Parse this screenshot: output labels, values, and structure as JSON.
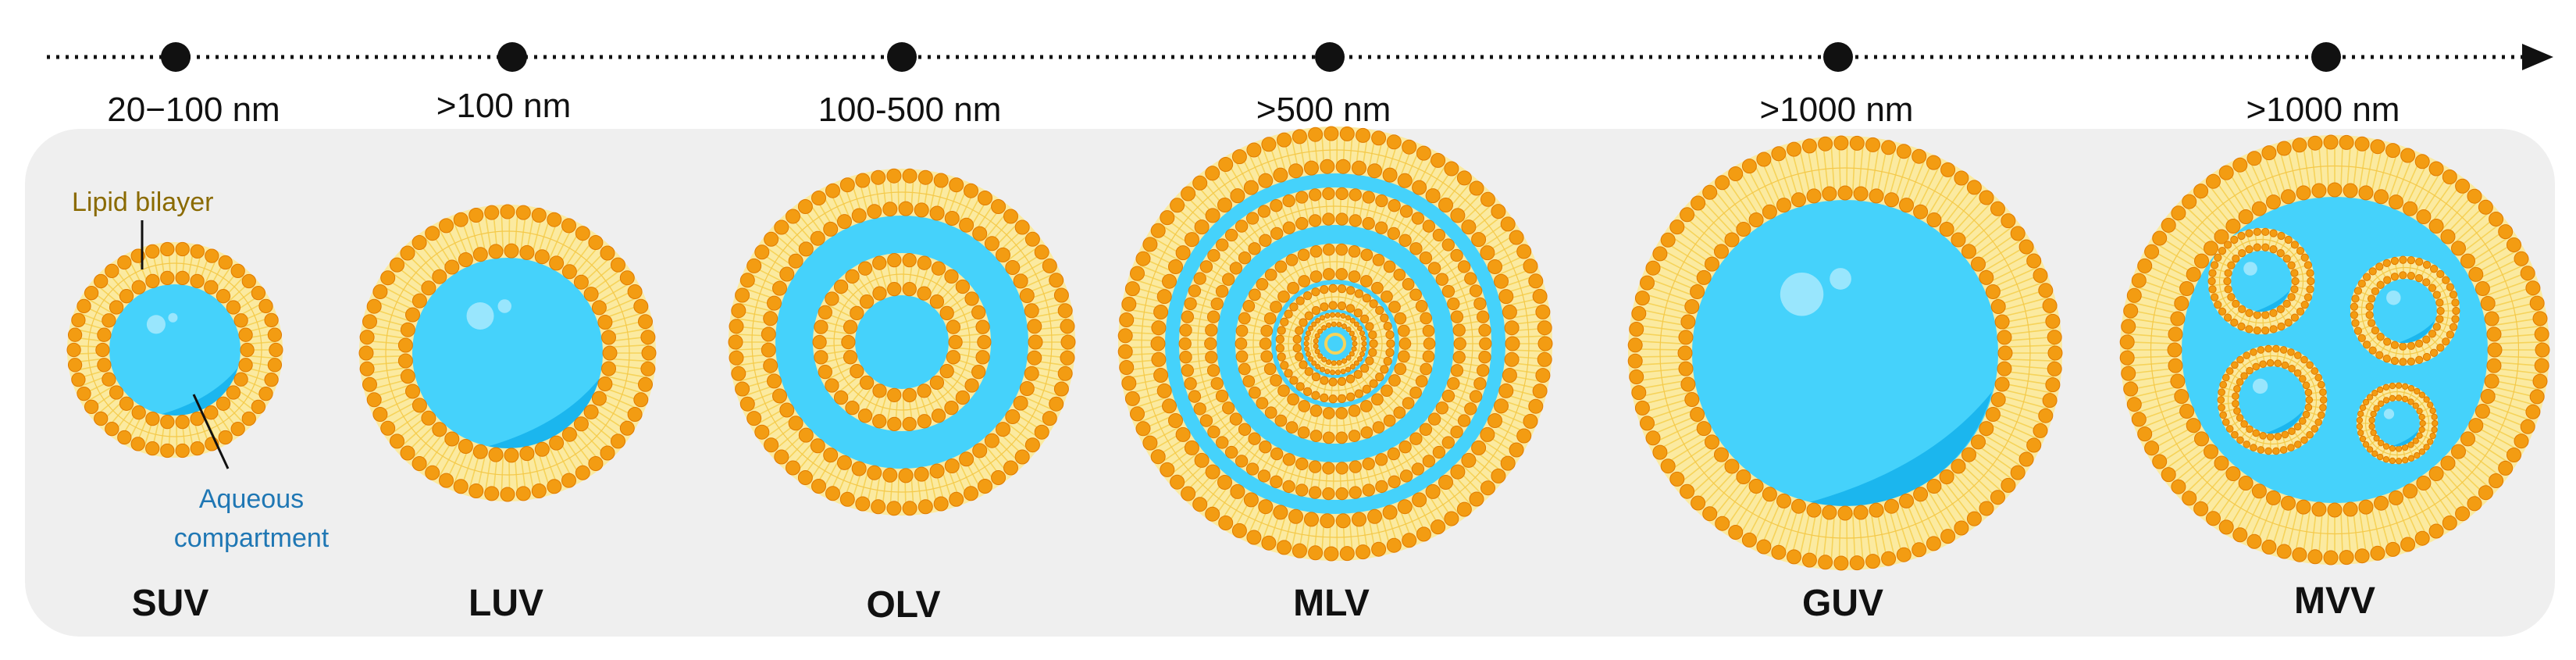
{
  "colors": {
    "panel": "#efefef",
    "water": "#45d2fb",
    "water_dark": "#1bb6ee",
    "head": "#f39c12",
    "head_stroke": "#e07b00",
    "tail": "#f6d35a",
    "tail_fill": "#fbeaa0",
    "lipid_label": "#8a6a00",
    "aqueous_label": "#1f77b4",
    "axis": "#111111"
  },
  "scale_axis": {
    "arrow": "right",
    "style": "dotted"
  },
  "vesicles": [
    {
      "type": "SUV",
      "size": "20−100 nm",
      "icon": "small-unilamellar-vesicle"
    },
    {
      "type": "LUV",
      "size": ">100 nm",
      "icon": "large-unilamellar-vesicle"
    },
    {
      "type": "OLV",
      "size": "100-500 nm",
      "icon": "oligolamellar-vesicle"
    },
    {
      "type": "MLV",
      "size": ">500 nm",
      "icon": "multilamellar-vesicle"
    },
    {
      "type": "GUV",
      "size": ">1000 nm",
      "icon": "giant-unilamellar-vesicle"
    },
    {
      "type": "MVV",
      "size": ">1000 nm",
      "icon": "multivesicular-vesicle"
    }
  ],
  "annotations": {
    "lipid_bilayer": "Lipid bilayer",
    "aqueous_line1": "Aqueous",
    "aqueous_line2": "compartment"
  }
}
